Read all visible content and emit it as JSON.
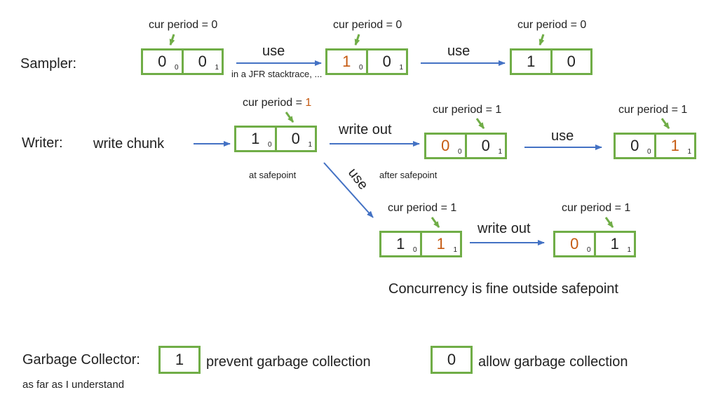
{
  "row_labels": {
    "sampler": "Sampler:",
    "writer": "Writer:",
    "gc": "Garbage Collector:"
  },
  "period_labels": {
    "p0": "cur period = 0",
    "p1_prefix": "cur period = ",
    "p1_value": "1",
    "p1": "cur period = 1"
  },
  "arrow_labels": {
    "use": "use",
    "write_out": "write out",
    "write_chunk": "write chunk",
    "jfr_note": "in a JFR stacktrace, ...",
    "at_safepoint": "at safepoint",
    "after_safepoint": "after safepoint"
  },
  "states": {
    "s1": [
      "0",
      "0"
    ],
    "s2": [
      "1",
      "0"
    ],
    "s3": [
      "1",
      "0"
    ],
    "w1": [
      "1",
      "0"
    ],
    "w2": [
      "0",
      "0"
    ],
    "w3": [
      "0",
      "1"
    ],
    "b1": [
      "1",
      "1"
    ],
    "b2": [
      "0",
      "1"
    ]
  },
  "index_labels": [
    "0",
    "1"
  ],
  "concurrency_note": "Concurrency is fine outside safepoint",
  "gc": {
    "prevent_value": "1",
    "prevent_label": "prevent garbage collection",
    "allow_value": "0",
    "allow_label": "allow garbage collection",
    "note": "as far as I understand"
  },
  "colors": {
    "box": "#70AD47",
    "arrow": "#4472C4",
    "highlight": "#C55A11"
  }
}
